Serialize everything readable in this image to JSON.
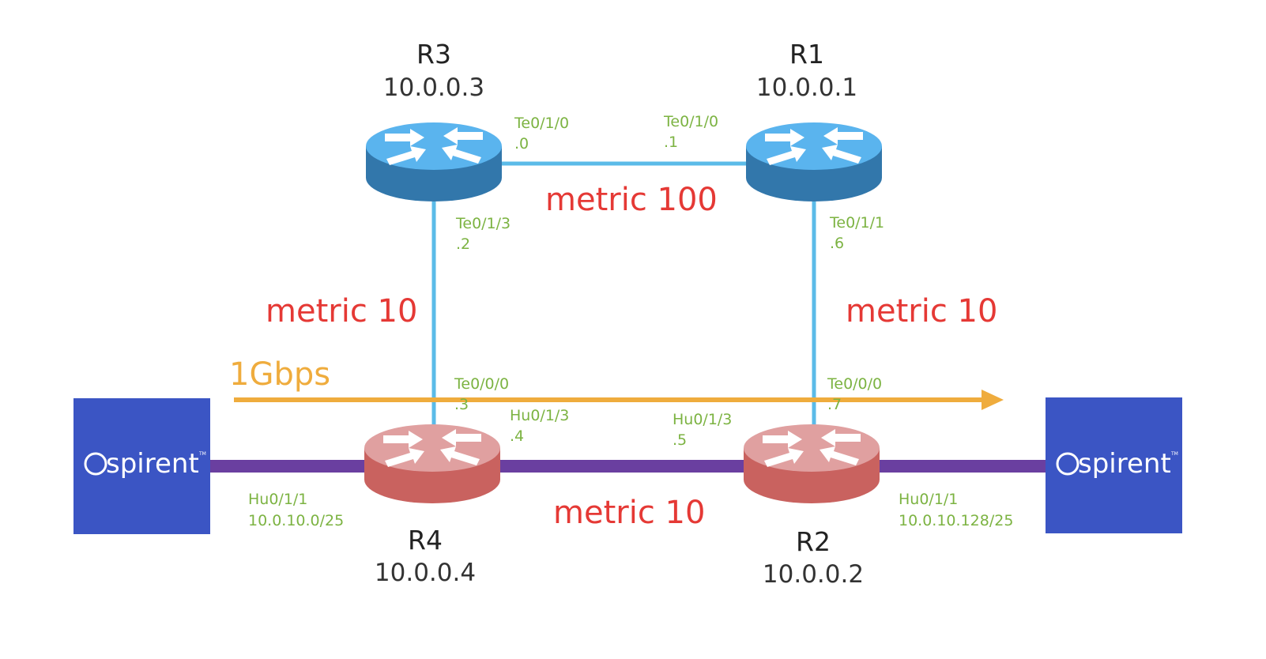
{
  "colors": {
    "link_blue": "#5bbbe8",
    "link_purple": "#6a3fa0",
    "traffic_orange": "#efac3d",
    "metric_red": "#e53935",
    "iface_green": "#7cb342",
    "router_blue_top": "#5ab4ee",
    "router_blue_side": "#3277ab",
    "router_red_top": "#e0a0a0",
    "router_red_side": "#c9625f",
    "spirent_blue": "#3b55c4"
  },
  "routers": {
    "r3": {
      "name": "R3",
      "ip": "10.0.0.3"
    },
    "r1": {
      "name": "R1",
      "ip": "10.0.0.1"
    },
    "r4": {
      "name": "R4",
      "ip": "10.0.0.4"
    },
    "r2": {
      "name": "R2",
      "ip": "10.0.0.2"
    }
  },
  "interfaces": {
    "r3_top_if": "Te0/1/0",
    "r3_top_addr": ".0",
    "r1_top_if": "Te0/1/0",
    "r1_top_addr": ".1",
    "r3_down_if": "Te0/1/3",
    "r3_down_addr": ".2",
    "r1_down_if": "Te0/1/1",
    "r1_down_addr": ".6",
    "r4_up_if": "Te0/0/0",
    "r4_up_addr": ".3",
    "r2_up_if": "Te0/0/0",
    "r2_up_addr": ".7",
    "r4_right_if": "Hu0/1/3",
    "r4_right_addr": ".4",
    "r2_left_if": "Hu0/1/3",
    "r2_left_addr": ".5",
    "r4_left_if": "Hu0/1/1",
    "r4_left_net": "10.0.10.0/25",
    "r2_right_if": "Hu0/1/1",
    "r2_right_net": "10.0.10.128/25"
  },
  "metrics": {
    "top": "metric 100",
    "left": "metric 10",
    "right": "metric 10",
    "bottom": "metric 10"
  },
  "traffic": {
    "rate": "1Gbps"
  },
  "spirent": {
    "brand": "spirent",
    "tm": "TM"
  }
}
